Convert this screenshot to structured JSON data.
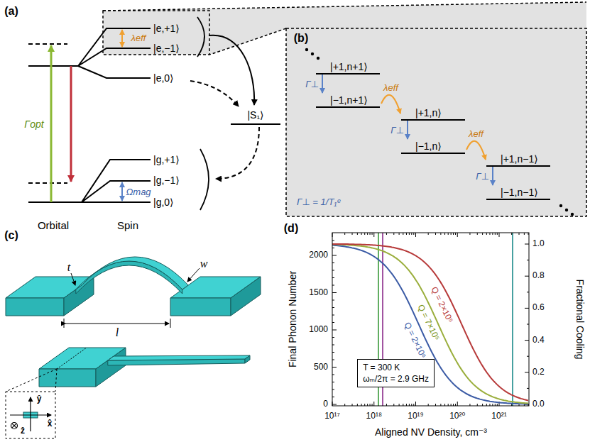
{
  "diagram": {
    "nodes": [
      {
        "text": [
          "|+1,n+1⟩"
        ]
      },
      {
        "text": [
          "|−1,n+1⟩"
        ]
      },
      {
        "text": [
          "|+1,n⟩"
        ]
      },
      {
        "text": [
          "|−1,n⟩"
        ]
      },
      {
        "text": [
          "|+1,n−1⟩"
        ]
      },
      {
        "text": [
          "|−1,n−1⟩"
        ]
      },
      {
        "text": [
          "T = 300 K",
          "ωₘ/2π = 2.9 GHz"
        ]
      }
    ],
    "edges": [
      {
        "from": 0,
        "to": 1,
        "arrow": "to",
        "label": "Γ⊥"
      },
      {
        "from": 1,
        "to": 2,
        "arrow": "to",
        "label": "λeff"
      },
      {
        "from": 2,
        "to": 3,
        "arrow": "to",
        "label": "Γ⊥"
      },
      {
        "from": 3,
        "to": 4,
        "arrow": "to",
        "label": "λeff"
      },
      {
        "from": 4,
        "to": 5,
        "arrow": "to",
        "label": "Γ⊥"
      }
    ],
    "labels": [
      "(a)",
      "λeff",
      "|e,+1⟩",
      "|e,−1⟩",
      "|e,0⟩",
      "|S₁⟩",
      "Γopt",
      "|g,+1⟩",
      "|g,−1⟩",
      "Ωmag",
      "|g,0⟩",
      "Orbital",
      "Spin",
      "(b)",
      "Γ⊥ = 1/T₁ᵉ",
      "(c)",
      "t",
      "w",
      "l",
      "ŷ",
      "x̂",
      "ẑ",
      "(d)",
      "0",
      "500",
      "1000",
      "1500",
      "2000",
      "0.0",
      "0.2",
      "0.4",
      "0.6",
      "0.8",
      "1.0",
      "10¹⁷",
      "10¹⁸",
      "10¹⁹",
      "10²⁰",
      "10²¹",
      "Final Phonon Number",
      "Fractional Cooling",
      "Aligned NV Density, cm⁻³",
      "Q = 2×10⁶",
      "Q = 7×10⁵",
      "Q = 2×10⁵"
    ]
  }
}
